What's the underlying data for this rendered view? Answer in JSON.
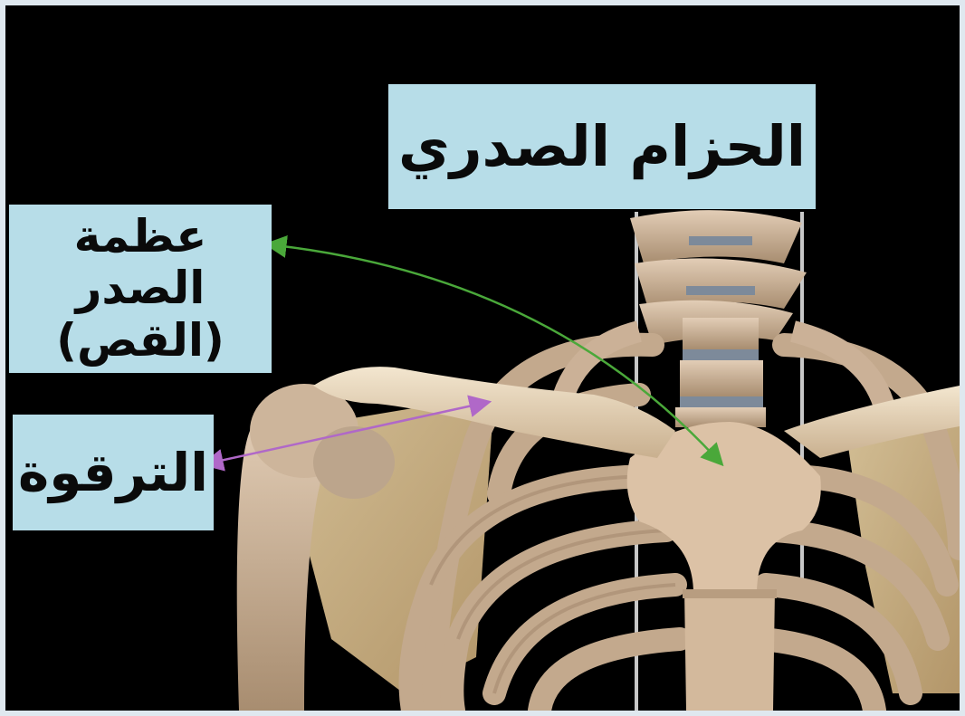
{
  "title": "الحزام الصدري",
  "labels": {
    "sternum_line1": "عظمة الصدر",
    "sternum_line2": "(القص)",
    "clavicle": "الترقوة"
  },
  "colors": {
    "label_bg": "#b7dde8",
    "sternum_arrow": "#4aa83a",
    "clavicle_arrow": "#b068c8",
    "bone": "#c9ad8f",
    "background": "#000000"
  }
}
